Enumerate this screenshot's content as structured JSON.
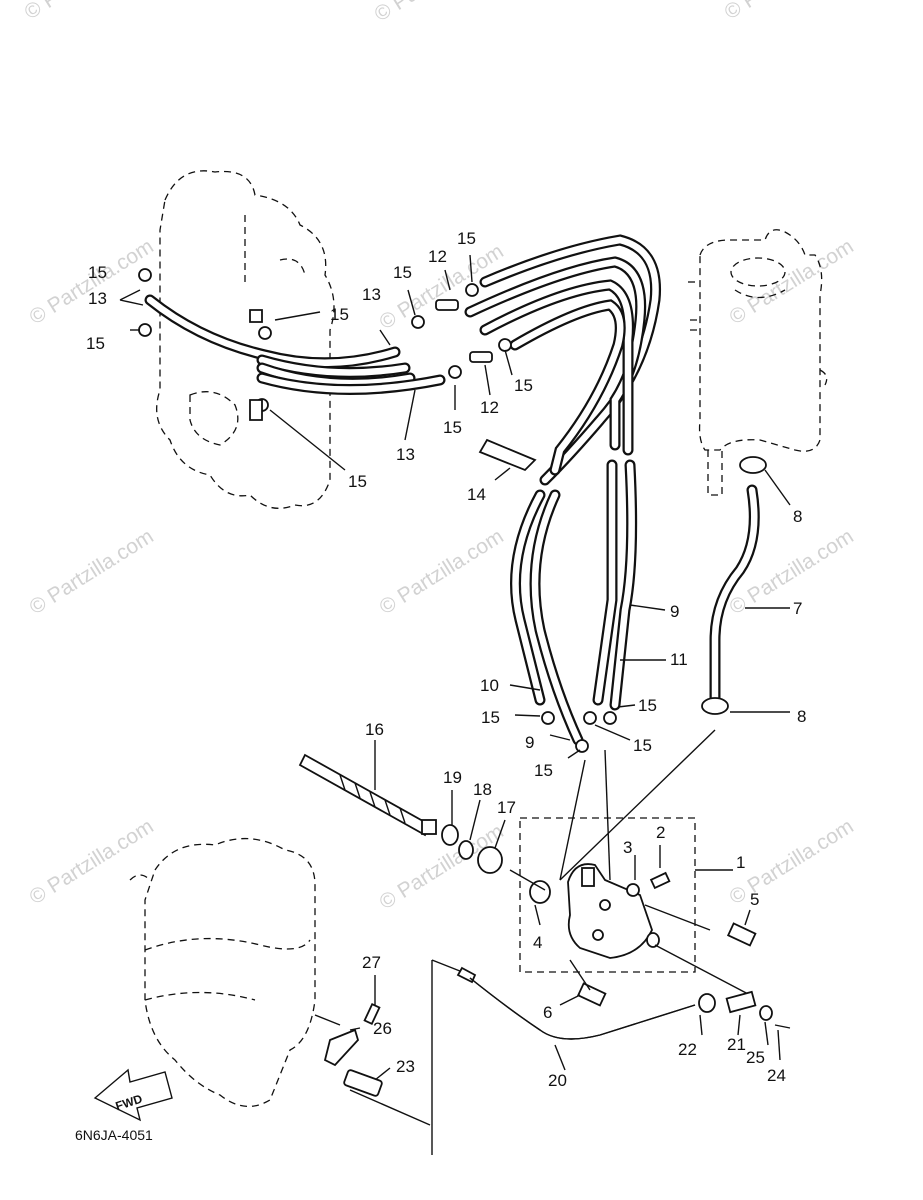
{
  "watermark": "© Partzilla.com",
  "diagram_code": "6N6JA-4051",
  "fwd_label": "FWD",
  "callouts": [
    "1",
    "2",
    "3",
    "4",
    "5",
    "6",
    "7",
    "8",
    "8",
    "9",
    "9",
    "10",
    "11",
    "12",
    "12",
    "13",
    "13",
    "13",
    "14",
    "15",
    "15",
    "15",
    "15",
    "15",
    "15",
    "15",
    "15",
    "15",
    "15",
    "15",
    "15",
    "16",
    "17",
    "18",
    "19",
    "20",
    "21",
    "22",
    "23",
    "24",
    "25",
    "26",
    "27"
  ]
}
